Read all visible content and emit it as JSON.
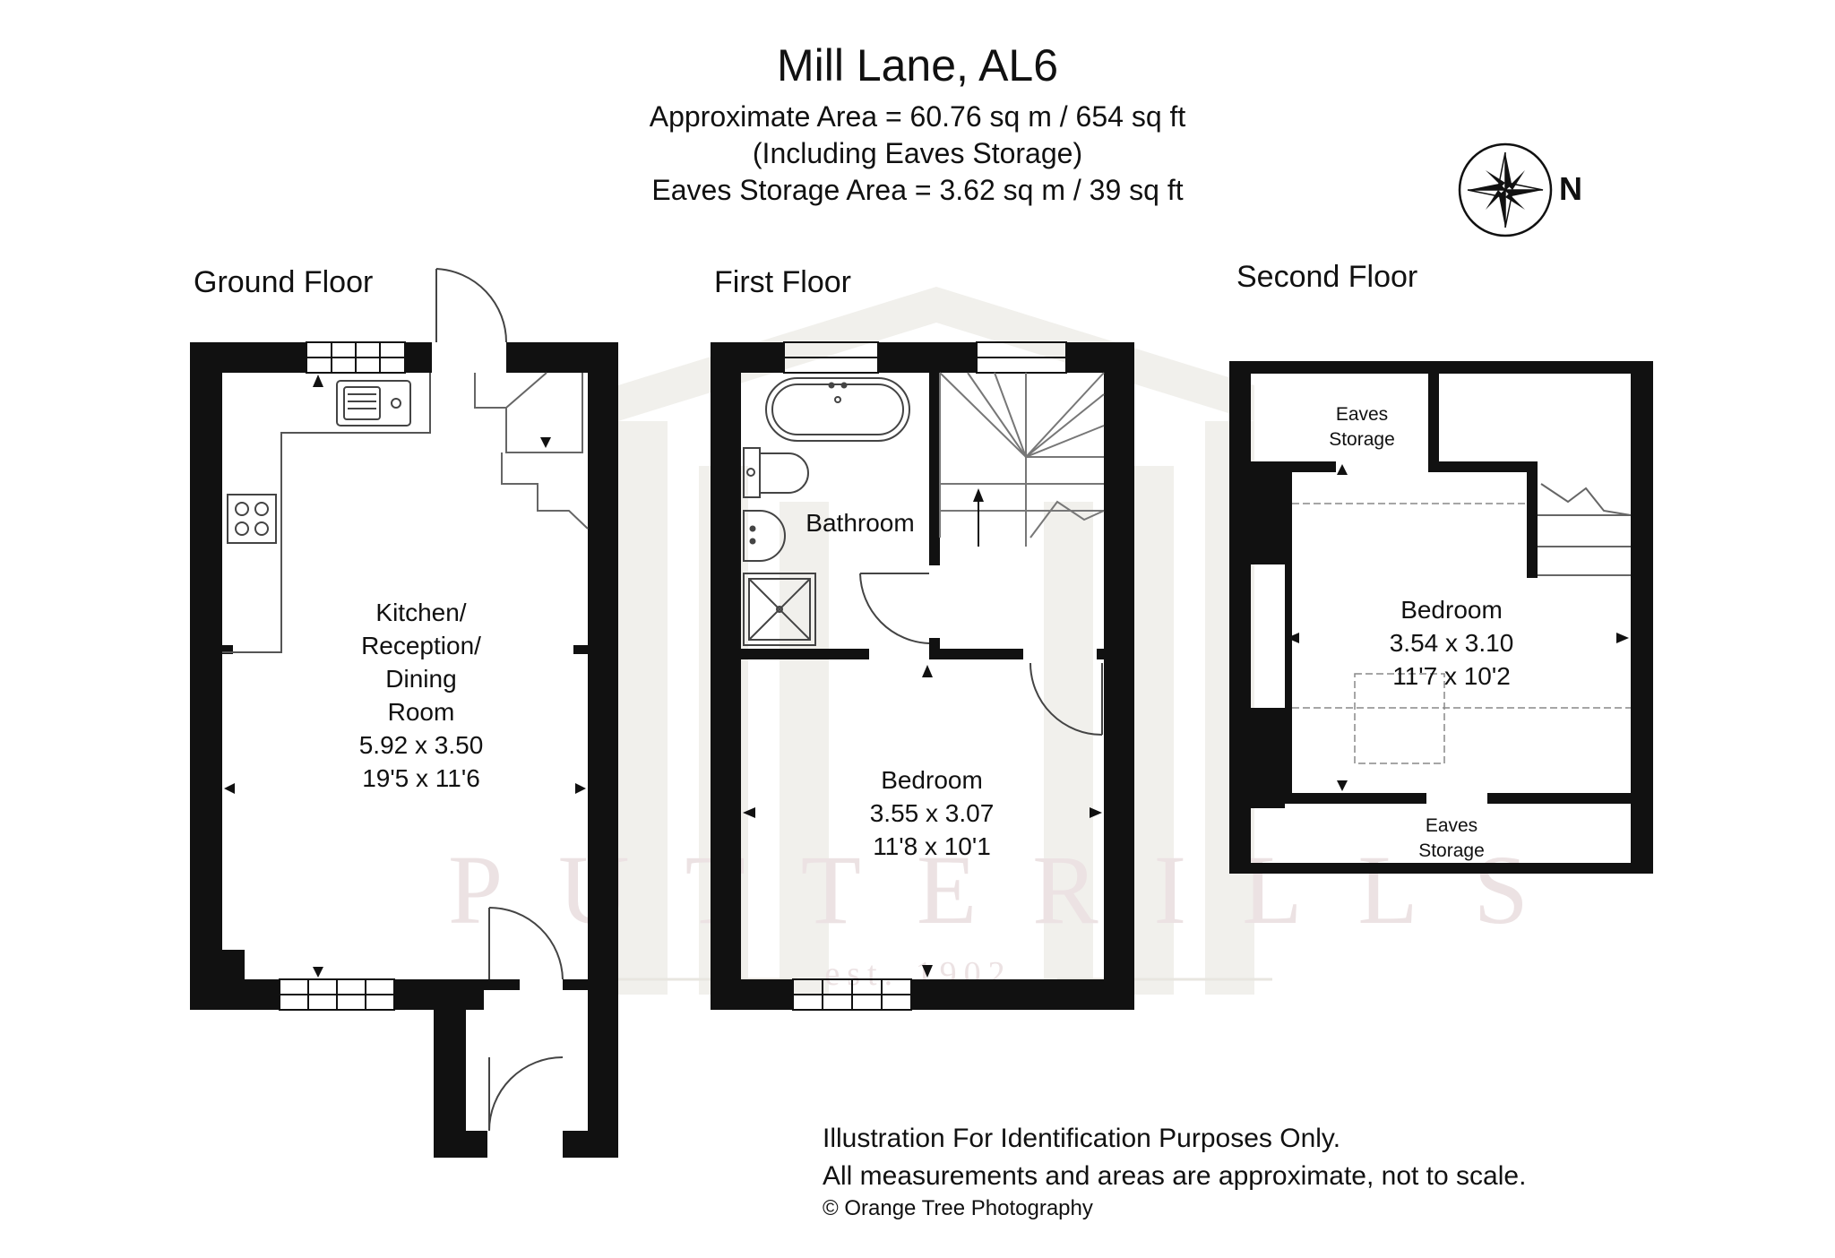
{
  "title": "Mill Lane, AL6",
  "area": {
    "line1": "Approximate Area =  60.76 sq m / 654 sq ft",
    "line2": "(Including Eaves Storage)",
    "line3": "Eaves Storage Area =  3.62 sq m / 39 sq ft"
  },
  "compass": {
    "label": "N",
    "icon": "compass-rose-icon"
  },
  "floors": {
    "ground": {
      "label": "Ground Floor",
      "rooms": [
        {
          "lines": [
            "Kitchen/",
            "Reception/",
            "Dining",
            "Room",
            "5.92 x 3.50",
            "19'5 x 11'6"
          ]
        }
      ]
    },
    "first": {
      "label": "First Floor",
      "rooms": [
        {
          "lines": [
            "Bathroom"
          ]
        },
        {
          "lines": [
            "Bedroom",
            "3.55 x 3.07",
            "11'8 x 10'1"
          ]
        }
      ]
    },
    "second": {
      "label": "Second Floor",
      "rooms": [
        {
          "lines": [
            "Eaves",
            "Storage"
          ]
        },
        {
          "lines": [
            "Bedroom",
            "3.54 x 3.10",
            "11'7 x 10'2"
          ]
        },
        {
          "lines": [
            "Eaves",
            "Storage"
          ]
        }
      ]
    }
  },
  "watermark": {
    "brand": "PUTTERILLS",
    "est": "est. 1902"
  },
  "footer": {
    "line1": "Illustration For Identification Purposes Only.",
    "line2": "All measurements and areas are approximate, not to scale.",
    "copyright": "© Orange Tree Photography"
  },
  "colors": {
    "wall": "#111111",
    "watermark": "#ece2e3",
    "watermark_house": "#f1f0ec"
  }
}
